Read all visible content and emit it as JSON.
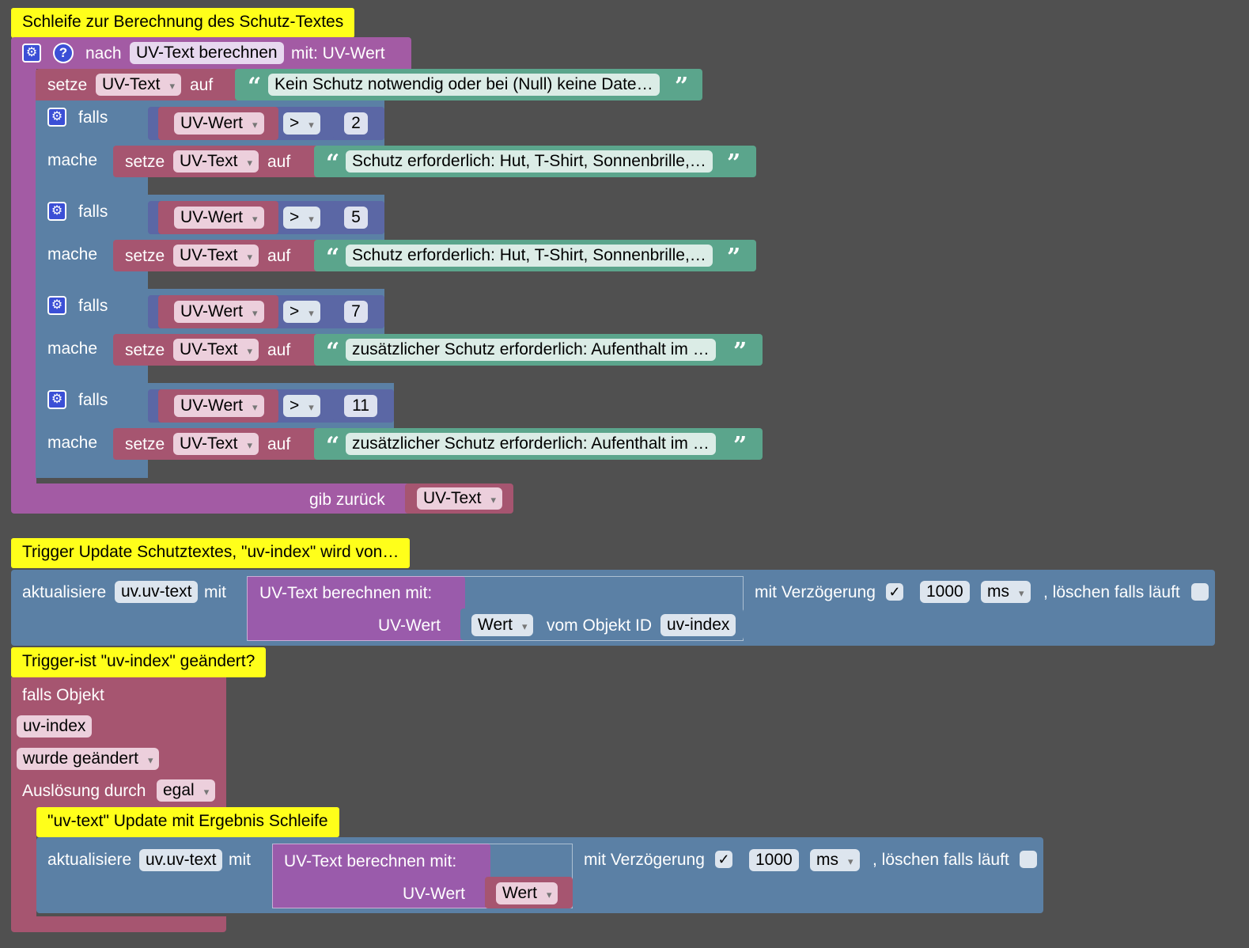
{
  "function_block": {
    "comment": "Schleife zur Berechnung des Schutz-Textes",
    "nach": "nach",
    "name": "UV-Text berechnen",
    "mit": "mit: UV-Wert",
    "setze": "setze",
    "var": "UV-Text",
    "auf": "auf",
    "initial_text": "Kein Schutz notwendig oder bei (Null) keine Date…",
    "falls": "falls",
    "mache": "mache",
    "compare_var": "UV-Wert",
    "operator": ">",
    "conditions": [
      {
        "threshold": "2",
        "text": "Schutz erforderlich: Hut, T-Shirt, Sonnenbrille,…"
      },
      {
        "threshold": "5",
        "text": "Schutz erforderlich: Hut, T-Shirt, Sonnenbrille,…"
      },
      {
        "threshold": "7",
        "text": "zusätzlicher Schutz erforderlich: Aufenthalt im …"
      },
      {
        "threshold": "11",
        "text": "zusätzlicher Schutz erforderlich: Aufenthalt im …"
      }
    ],
    "return_label": "gib zurück",
    "return_var": "UV-Text"
  },
  "update_block": {
    "comment": "Trigger Update Schutztextes, \"uv-index\" wird von…",
    "aktualisiere": "aktualisiere",
    "target": "uv.uv-text",
    "mit": "mit",
    "call": "UV-Text berechnen  mit:",
    "param": "UV-Wert",
    "wert": "Wert",
    "vom_objekt": "vom Objekt ID",
    "object_id": "uv-index",
    "delay_label": "mit Verzögerung",
    "delay_checked": "✓",
    "delay_value": "1000",
    "unit": "ms",
    "clear_label": ", löschen falls läuft"
  },
  "trigger_block": {
    "comment": "Trigger-ist \"uv-index\" geändert?",
    "falls_objekt": "falls Objekt",
    "object_id": "uv-index",
    "changed": "wurde geändert",
    "ausloesung": "Auslösung durch",
    "egal": "egal",
    "inner_comment": "\"uv-text\" Update mit Ergebnis Schleife",
    "aktualisiere": "aktualisiere",
    "target": "uv.uv-text",
    "mit": "mit",
    "call": "UV-Text berechnen  mit:",
    "param": "UV-Wert",
    "wert": "Wert",
    "delay_label": "mit Verzögerung",
    "delay_checked": "✓",
    "delay_value": "1000",
    "unit": "ms",
    "clear_label": ", löschen falls läuft"
  },
  "colors": {
    "background": "#505050",
    "function": "#a35ba4",
    "variable": "#a65570",
    "logic": "#5b80a5",
    "text": "#5ba58c",
    "math": "#5b67a5",
    "comment": "#ffff1a"
  },
  "icons": [
    "gear-icon",
    "help-icon",
    "checkbox-icon"
  ]
}
